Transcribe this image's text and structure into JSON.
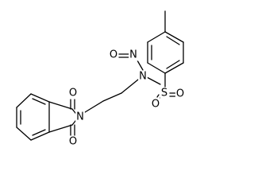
{
  "molecule": {
    "atom_labels": {
      "o_top_imide": "O",
      "o_bottom_imide": "O",
      "n_imide": "N",
      "n_amine": "N",
      "n_nitroso": "N",
      "o_nitroso": "O",
      "s_sulfonyl": "S",
      "o_sulfonyl_left": "O",
      "o_sulfonyl_right": "O"
    }
  }
}
